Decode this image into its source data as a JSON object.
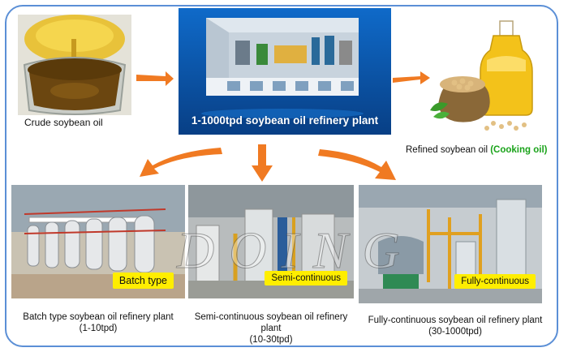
{
  "crude": {
    "label": "Crude soybean oil"
  },
  "center": {
    "title": "1-1000tpd soybean oil refinery plant"
  },
  "refined": {
    "label_main": "Refined soybean oil ",
    "label_accent": "(Cooking oil)",
    "accent_color": "#1aa31a"
  },
  "plants": [
    {
      "tag": "Batch type",
      "caption_line1": "Batch type soybean oil refinery plant",
      "caption_line2": "(1-10tpd)"
    },
    {
      "tag": "Semi-continuous",
      "caption_line1": "Semi-continuous soybean oil refinery plant",
      "caption_line2": "(10-30tpd)"
    },
    {
      "tag": "Fully-continuous",
      "caption_line1": "Fully-continuous soybean oil refinery plant",
      "caption_line2": "(30-1000tpd)"
    }
  ],
  "watermark": {
    "text": "DOING"
  },
  "colors": {
    "frame": "#5b8fd6",
    "arrow": "#f07a22",
    "tag": "#ffee00",
    "banner": "#0d5fb5"
  }
}
